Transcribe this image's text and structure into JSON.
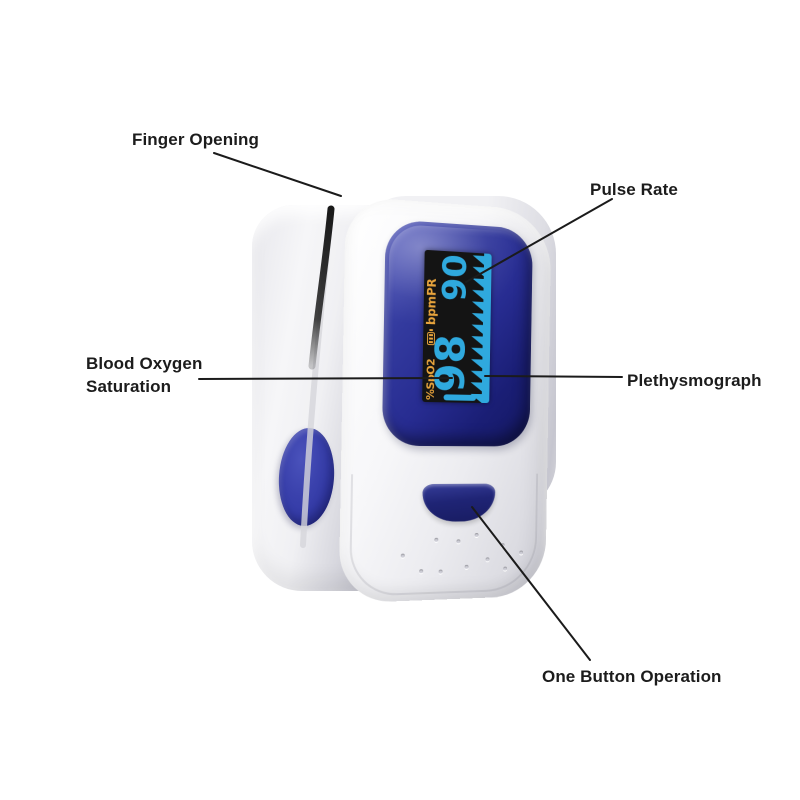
{
  "annotations": {
    "finger_opening": {
      "label": "Finger Opening"
    },
    "pulse_rate": {
      "label": "Pulse Rate"
    },
    "blood_oxygen_saturation": {
      "label": "Blood Oxygen Saturation"
    },
    "plethysmograph": {
      "label": "Plethysmograph"
    },
    "one_button_operation": {
      "label": "One Button Operation"
    }
  },
  "device": {
    "display": {
      "spo2_label": "%SpO2",
      "spo2_value": "98",
      "pr_label": "bpmPR",
      "pr_value": "90",
      "battery_icon": "battery-icon",
      "waveform_icon": "plethysmograph-sawtooth"
    },
    "colors": {
      "panel_blue": "#272c91",
      "screen_black": "#141414",
      "value_cyan": "#2fa9de",
      "label_amber": "#e7a33c",
      "button_navy": "#1f2475",
      "side_button_blue": "#3239a5",
      "body_white": "#f2f2f5",
      "line_black": "#1b1b1b"
    }
  }
}
